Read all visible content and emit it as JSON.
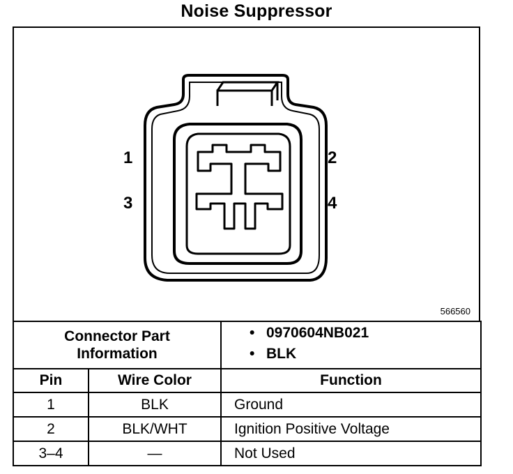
{
  "title": "Noise Suppressor",
  "diagram": {
    "figure_id": "566560",
    "pin_labels": [
      "1",
      "2",
      "3",
      "4"
    ]
  },
  "connector_info": {
    "label_line1": "Connector Part",
    "label_line2": "Information",
    "items": [
      "0970604NB021",
      "BLK"
    ]
  },
  "table": {
    "headers": [
      "Pin",
      "Wire Color",
      "Function"
    ],
    "rows": [
      {
        "pin": "1",
        "wire": "BLK",
        "function": "Ground"
      },
      {
        "pin": "2",
        "wire": "BLK/WHT",
        "function": "Ignition Positive Voltage"
      },
      {
        "pin": "3–4",
        "wire": "—",
        "function": "Not Used"
      }
    ]
  }
}
